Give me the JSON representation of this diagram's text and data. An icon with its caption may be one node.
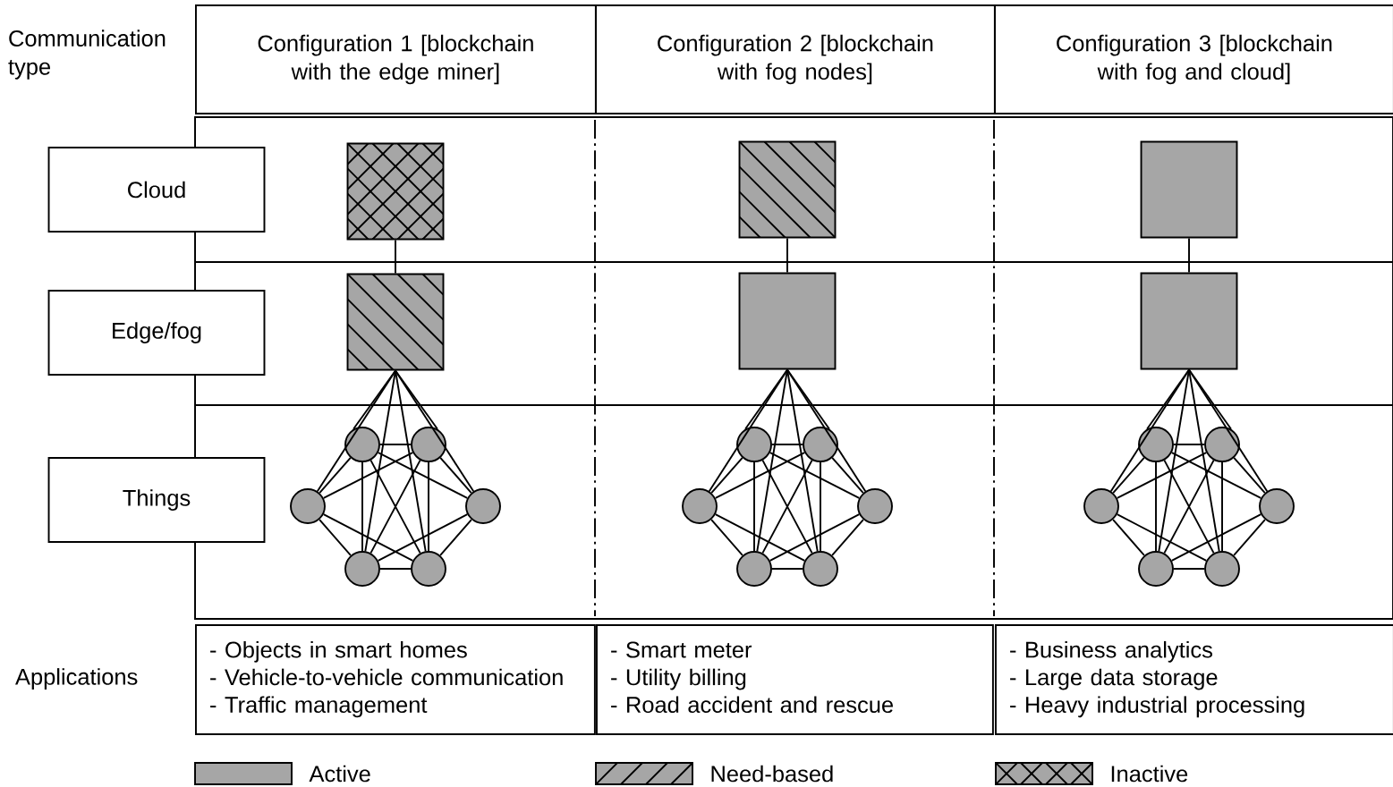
{
  "diagram": {
    "nodes": [
      {
        "text": [
          "Configuration 1 [blockchain with the edge miner]"
        ]
      },
      {
        "text": [
          "Configuration 2 [blockchain with fog nodes]"
        ]
      },
      {
        "text": [
          "Configuration 3 [blockchain with fog and cloud]"
        ]
      },
      {
        "text": [
          "Cloud"
        ]
      },
      {
        "text": [
          "Edge/fog"
        ]
      },
      {
        "text": [
          "Things"
        ]
      },
      {
        "text": [],
        "shape": "box"
      },
      {
        "text": [],
        "shape": "box"
      },
      {
        "text": [],
        "shape": "circle"
      },
      {
        "text": [],
        "shape": "circle"
      },
      {
        "text": [],
        "shape": "circle"
      },
      {
        "text": [],
        "shape": "circle"
      },
      {
        "text": [],
        "shape": "circle"
      },
      {
        "text": [],
        "shape": "circle"
      },
      {
        "text": [],
        "shape": "box"
      },
      {
        "text": [],
        "shape": "box"
      },
      {
        "text": [],
        "shape": "circle"
      },
      {
        "text": [],
        "shape": "circle"
      },
      {
        "text": [],
        "shape": "circle"
      },
      {
        "text": [],
        "shape": "circle"
      },
      {
        "text": [],
        "shape": "circle"
      },
      {
        "text": [],
        "shape": "circle"
      },
      {
        "text": [],
        "shape": "box"
      },
      {
        "text": [],
        "shape": "box"
      },
      {
        "text": [],
        "shape": "circle"
      },
      {
        "text": [],
        "shape": "circle"
      },
      {
        "text": [],
        "shape": "circle"
      },
      {
        "text": [],
        "shape": "circle"
      },
      {
        "text": [],
        "shape": "circle"
      },
      {
        "text": [],
        "shape": "circle"
      },
      {
        "text": [
          "- Objects in smart homes",
          "- Vehicle-to-vehicle communication",
          "- Traffic management"
        ]
      },
      {
        "text": [
          "- Smart meter",
          "- Utility billing",
          "- Road accident and rescue"
        ]
      },
      {
        "text": [
          "- Business analytics",
          "- Large data storage",
          "- Heavy industrial processing"
        ]
      }
    ],
    "edges": [
      {
        "from": 6,
        "to": 7,
        "arrow": "none"
      },
      {
        "from": 7,
        "to": 8,
        "arrow": "none"
      },
      {
        "from": 7,
        "to": 9,
        "arrow": "none"
      },
      {
        "from": 7,
        "to": 10,
        "arrow": "none"
      },
      {
        "from": 7,
        "to": 11,
        "arrow": "none"
      },
      {
        "from": 7,
        "to": 12,
        "arrow": "none"
      },
      {
        "from": 7,
        "to": 13,
        "arrow": "none"
      },
      {
        "from": 8,
        "to": 9,
        "arrow": "none"
      },
      {
        "from": 8,
        "to": 10,
        "arrow": "none"
      },
      {
        "from": 8,
        "to": 11,
        "arrow": "none"
      },
      {
        "from": 8,
        "to": 12,
        "arrow": "none"
      },
      {
        "from": 8,
        "to": 13,
        "arrow": "none"
      },
      {
        "from": 9,
        "to": 10,
        "arrow": "none"
      },
      {
        "from": 9,
        "to": 11,
        "arrow": "none"
      },
      {
        "from": 9,
        "to": 12,
        "arrow": "none"
      },
      {
        "from": 9,
        "to": 13,
        "arrow": "none"
      },
      {
        "from": 10,
        "to": 12,
        "arrow": "none"
      },
      {
        "from": 10,
        "to": 13,
        "arrow": "none"
      },
      {
        "from": 11,
        "to": 12,
        "arrow": "none"
      },
      {
        "from": 11,
        "to": 13,
        "arrow": "none"
      },
      {
        "from": 12,
        "to": 13,
        "arrow": "none"
      },
      {
        "from": 14,
        "to": 15,
        "arrow": "none"
      },
      {
        "from": 15,
        "to": 16,
        "arrow": "none"
      },
      {
        "from": 15,
        "to": 17,
        "arrow": "none"
      },
      {
        "from": 15,
        "to": 18,
        "arrow": "none"
      },
      {
        "from": 15,
        "to": 19,
        "arrow": "none"
      },
      {
        "from": 15,
        "to": 20,
        "arrow": "none"
      },
      {
        "from": 15,
        "to": 21,
        "arrow": "none"
      },
      {
        "from": 16,
        "to": 17,
        "arrow": "none"
      },
      {
        "from": 16,
        "to": 18,
        "arrow": "none"
      },
      {
        "from": 16,
        "to": 19,
        "arrow": "none"
      },
      {
        "from": 16,
        "to": 20,
        "arrow": "none"
      },
      {
        "from": 16,
        "to": 21,
        "arrow": "none"
      },
      {
        "from": 17,
        "to": 18,
        "arrow": "none"
      },
      {
        "from": 17,
        "to": 19,
        "arrow": "none"
      },
      {
        "from": 17,
        "to": 20,
        "arrow": "none"
      },
      {
        "from": 17,
        "to": 21,
        "arrow": "none"
      },
      {
        "from": 18,
        "to": 20,
        "arrow": "none"
      },
      {
        "from": 18,
        "to": 21,
        "arrow": "none"
      },
      {
        "from": 19,
        "to": 20,
        "arrow": "none"
      },
      {
        "from": 19,
        "to": 21,
        "arrow": "none"
      },
      {
        "from": 20,
        "to": 21,
        "arrow": "none"
      },
      {
        "from": 22,
        "to": 23,
        "arrow": "none"
      },
      {
        "from": 23,
        "to": 24,
        "arrow": "none"
      },
      {
        "from": 23,
        "to": 25,
        "arrow": "none"
      },
      {
        "from": 23,
        "to": 26,
        "arrow": "none"
      },
      {
        "from": 23,
        "to": 27,
        "arrow": "none"
      },
      {
        "from": 23,
        "to": 28,
        "arrow": "none"
      },
      {
        "from": 23,
        "to": 29,
        "arrow": "none"
      },
      {
        "from": 24,
        "to": 25,
        "arrow": "none"
      },
      {
        "from": 24,
        "to": 26,
        "arrow": "none"
      },
      {
        "from": 24,
        "to": 27,
        "arrow": "none"
      },
      {
        "from": 24,
        "to": 28,
        "arrow": "none"
      },
      {
        "from": 24,
        "to": 29,
        "arrow": "none"
      },
      {
        "from": 25,
        "to": 26,
        "arrow": "none"
      },
      {
        "from": 25,
        "to": 27,
        "arrow": "none"
      },
      {
        "from": 25,
        "to": 28,
        "arrow": "none"
      },
      {
        "from": 25,
        "to": 29,
        "arrow": "none"
      },
      {
        "from": 26,
        "to": 28,
        "arrow": "none"
      },
      {
        "from": 26,
        "to": 29,
        "arrow": "none"
      },
      {
        "from": 27,
        "to": 28,
        "arrow": "none"
      },
      {
        "from": 27,
        "to": 29,
        "arrow": "none"
      },
      {
        "from": 28,
        "to": 29,
        "arrow": "none"
      }
    ],
    "labels": [
      "Communication type",
      "Applications"
    ],
    "legend": [
      {
        "text": "Active",
        "color": "#a6a6a6"
      },
      {
        "text": "Need-based"
      },
      {
        "text": "Inactive"
      }
    ]
  }
}
